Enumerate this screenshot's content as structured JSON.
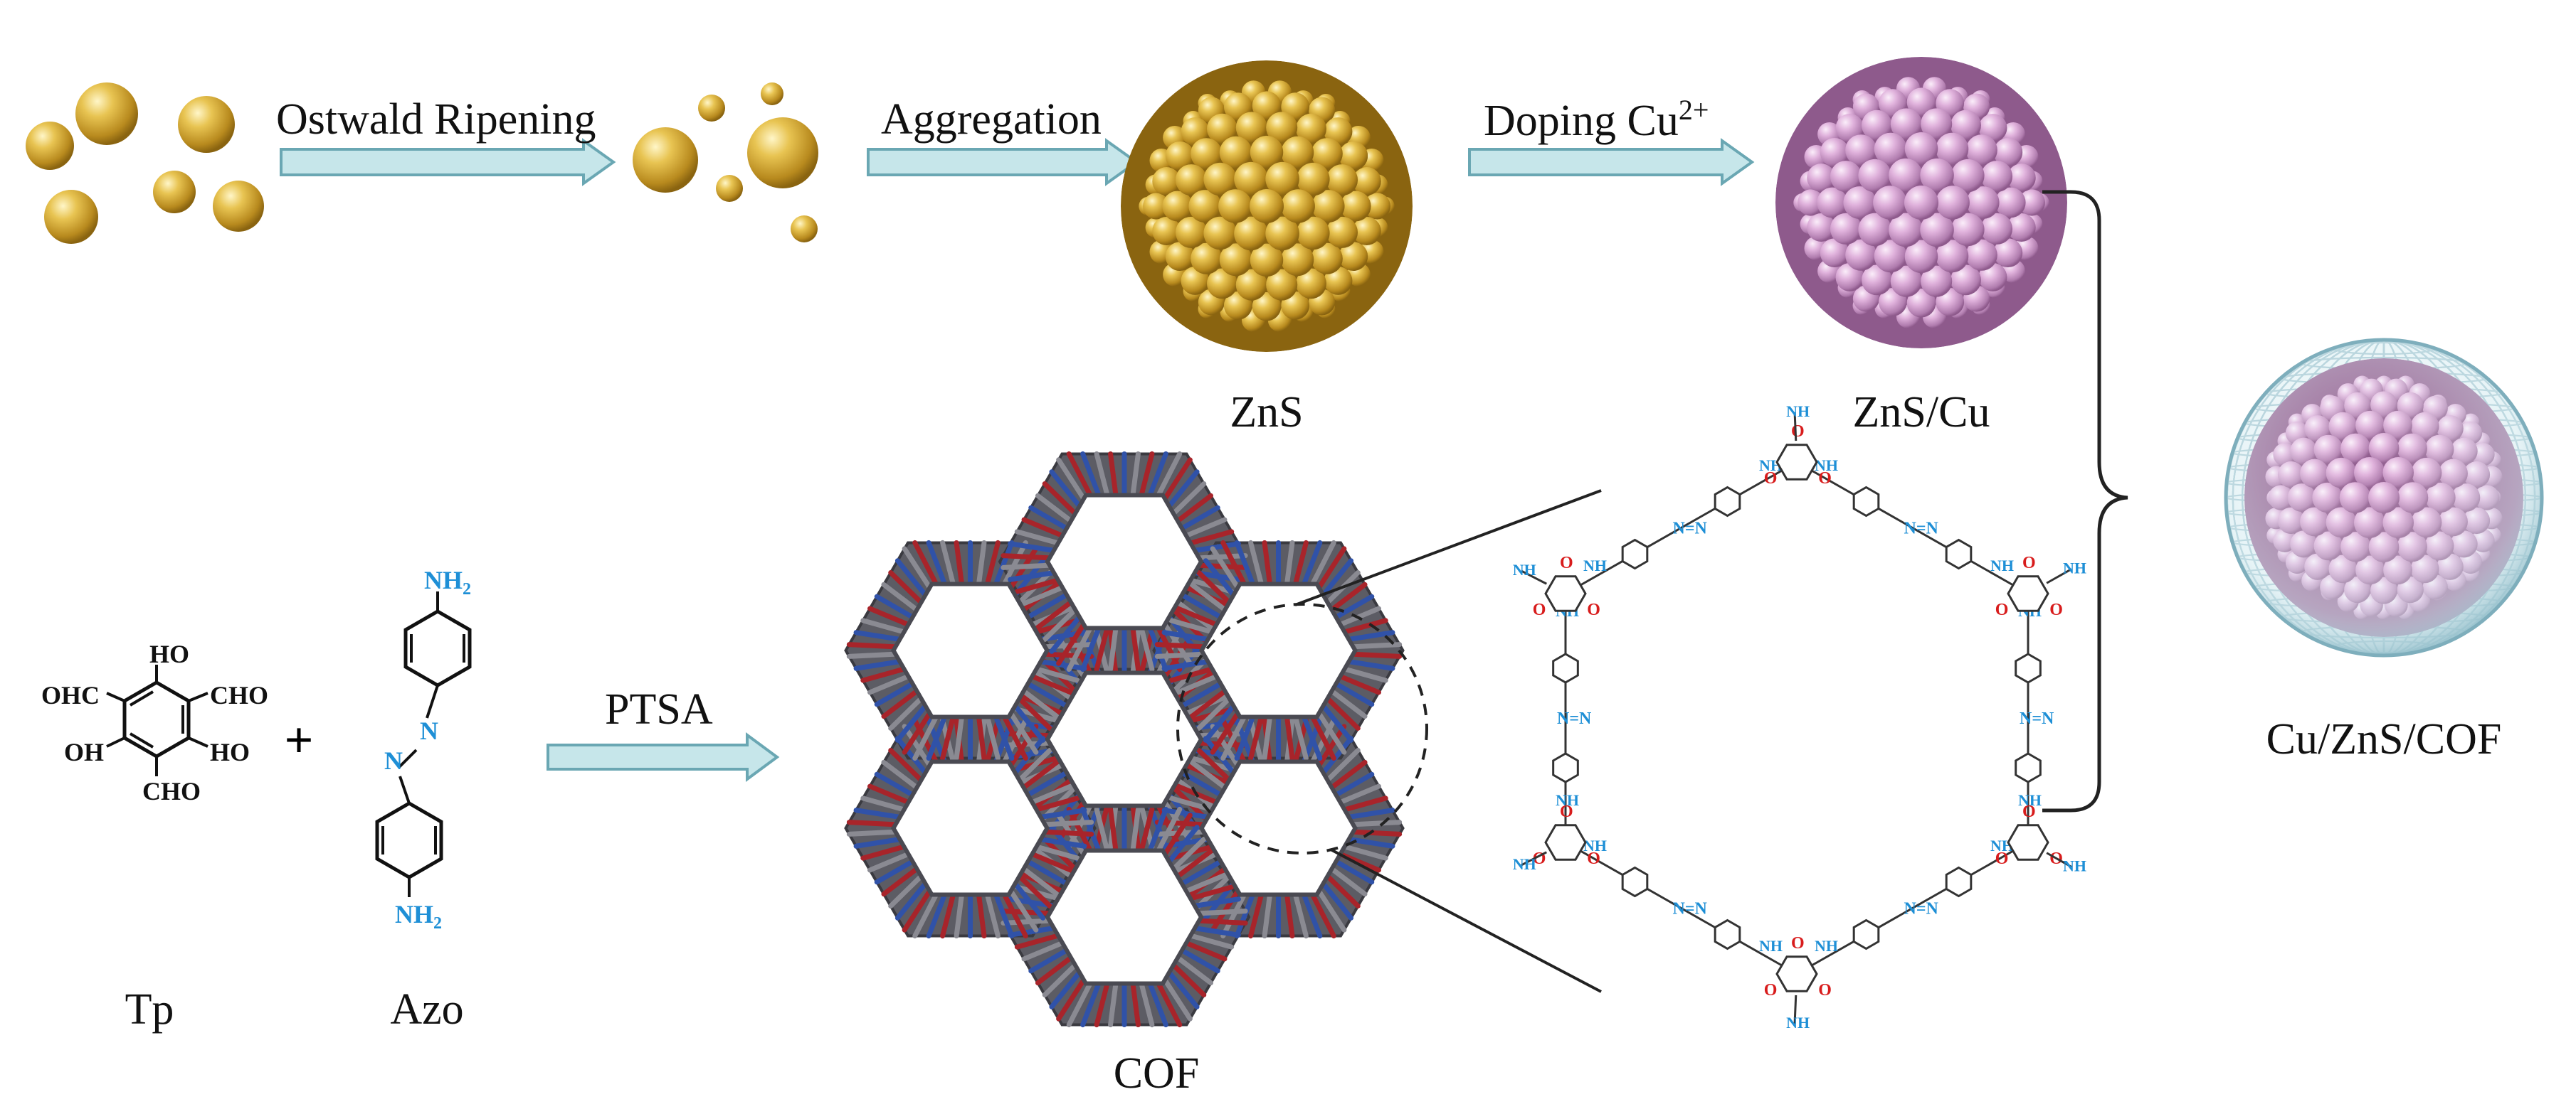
{
  "steps": {
    "ostwald": "Ostwald Ripening",
    "aggregation": "Aggregation",
    "doping": "Doping Cu",
    "doping_sup": "2+",
    "ptsa": "PTSA"
  },
  "labels": {
    "zns": "ZnS",
    "zns_cu": "ZnS/Cu",
    "composite": "Cu/ZnS/COF",
    "tp": "Tp",
    "azo": "Azo",
    "cof": "COF",
    "plus": "+"
  },
  "chem": {
    "cho": "CHO",
    "ohc": "OHC",
    "ho": "HO",
    "oh": "OH",
    "nh2": "NH",
    "sub2": "2",
    "n": "N",
    "nh": "NH",
    "o": "O"
  },
  "colors": {
    "gold": "#d8b23e",
    "gold_dark": "#9a7414",
    "pink": "#dcaad8",
    "pink_dark": "#a86aa6",
    "arrow_fill": "#c6e6ea",
    "arrow_stroke": "#6aa7b3",
    "oxygen_red": "#d81c1c",
    "nitrogen_blue": "#1e8fd6",
    "shell": "#8fb9c6",
    "cof_gray": "#6e6e76",
    "cof_blue": "#3052a8",
    "cof_red": "#a8242a"
  }
}
